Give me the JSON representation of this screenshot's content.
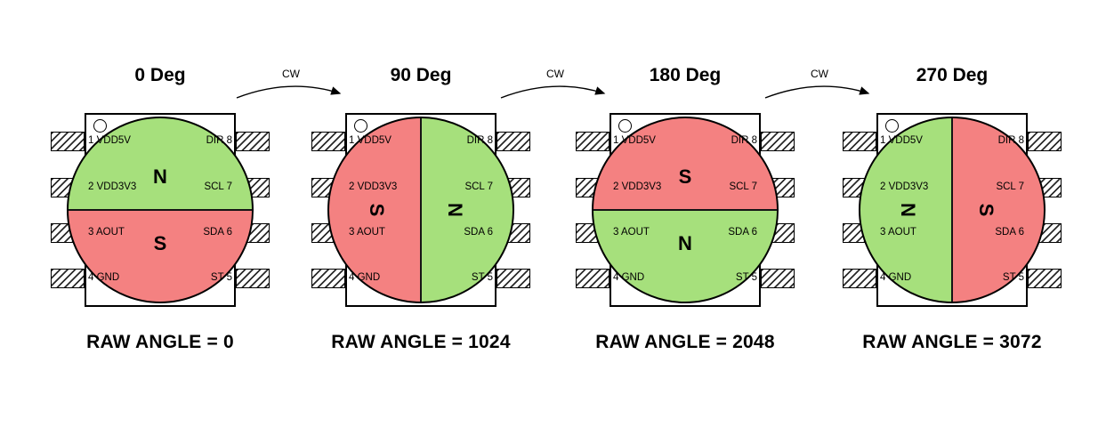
{
  "colors": {
    "north": "#a6e07c",
    "south": "#f48181"
  },
  "cw_label": "CW",
  "pins": {
    "left": [
      "1 VDD5V",
      "2 VDD3V3",
      "3 AOUT",
      "4 GND"
    ],
    "right": [
      "DIR 8",
      "SCL 7",
      "SDA 6",
      "ST 5"
    ]
  },
  "units": [
    {
      "title": "0 Deg",
      "raw_label": "RAW ANGLE = 0",
      "split": "horizontal",
      "first_pole": "N",
      "second_pole": "S",
      "first_color": "north",
      "second_color": "south"
    },
    {
      "title": "90 Deg",
      "raw_label": "RAW ANGLE = 1024",
      "split": "vertical",
      "first_pole": "S",
      "second_pole": "N",
      "first_color": "south",
      "second_color": "north"
    },
    {
      "title": "180 Deg",
      "raw_label": "RAW ANGLE = 2048",
      "split": "horizontal",
      "first_pole": "S",
      "second_pole": "N",
      "first_color": "south",
      "second_color": "north"
    },
    {
      "title": "270 Deg",
      "raw_label": "RAW ANGLE = 3072",
      "split": "vertical",
      "first_pole": "N",
      "second_pole": "S",
      "first_color": "north",
      "second_color": "south"
    }
  ]
}
